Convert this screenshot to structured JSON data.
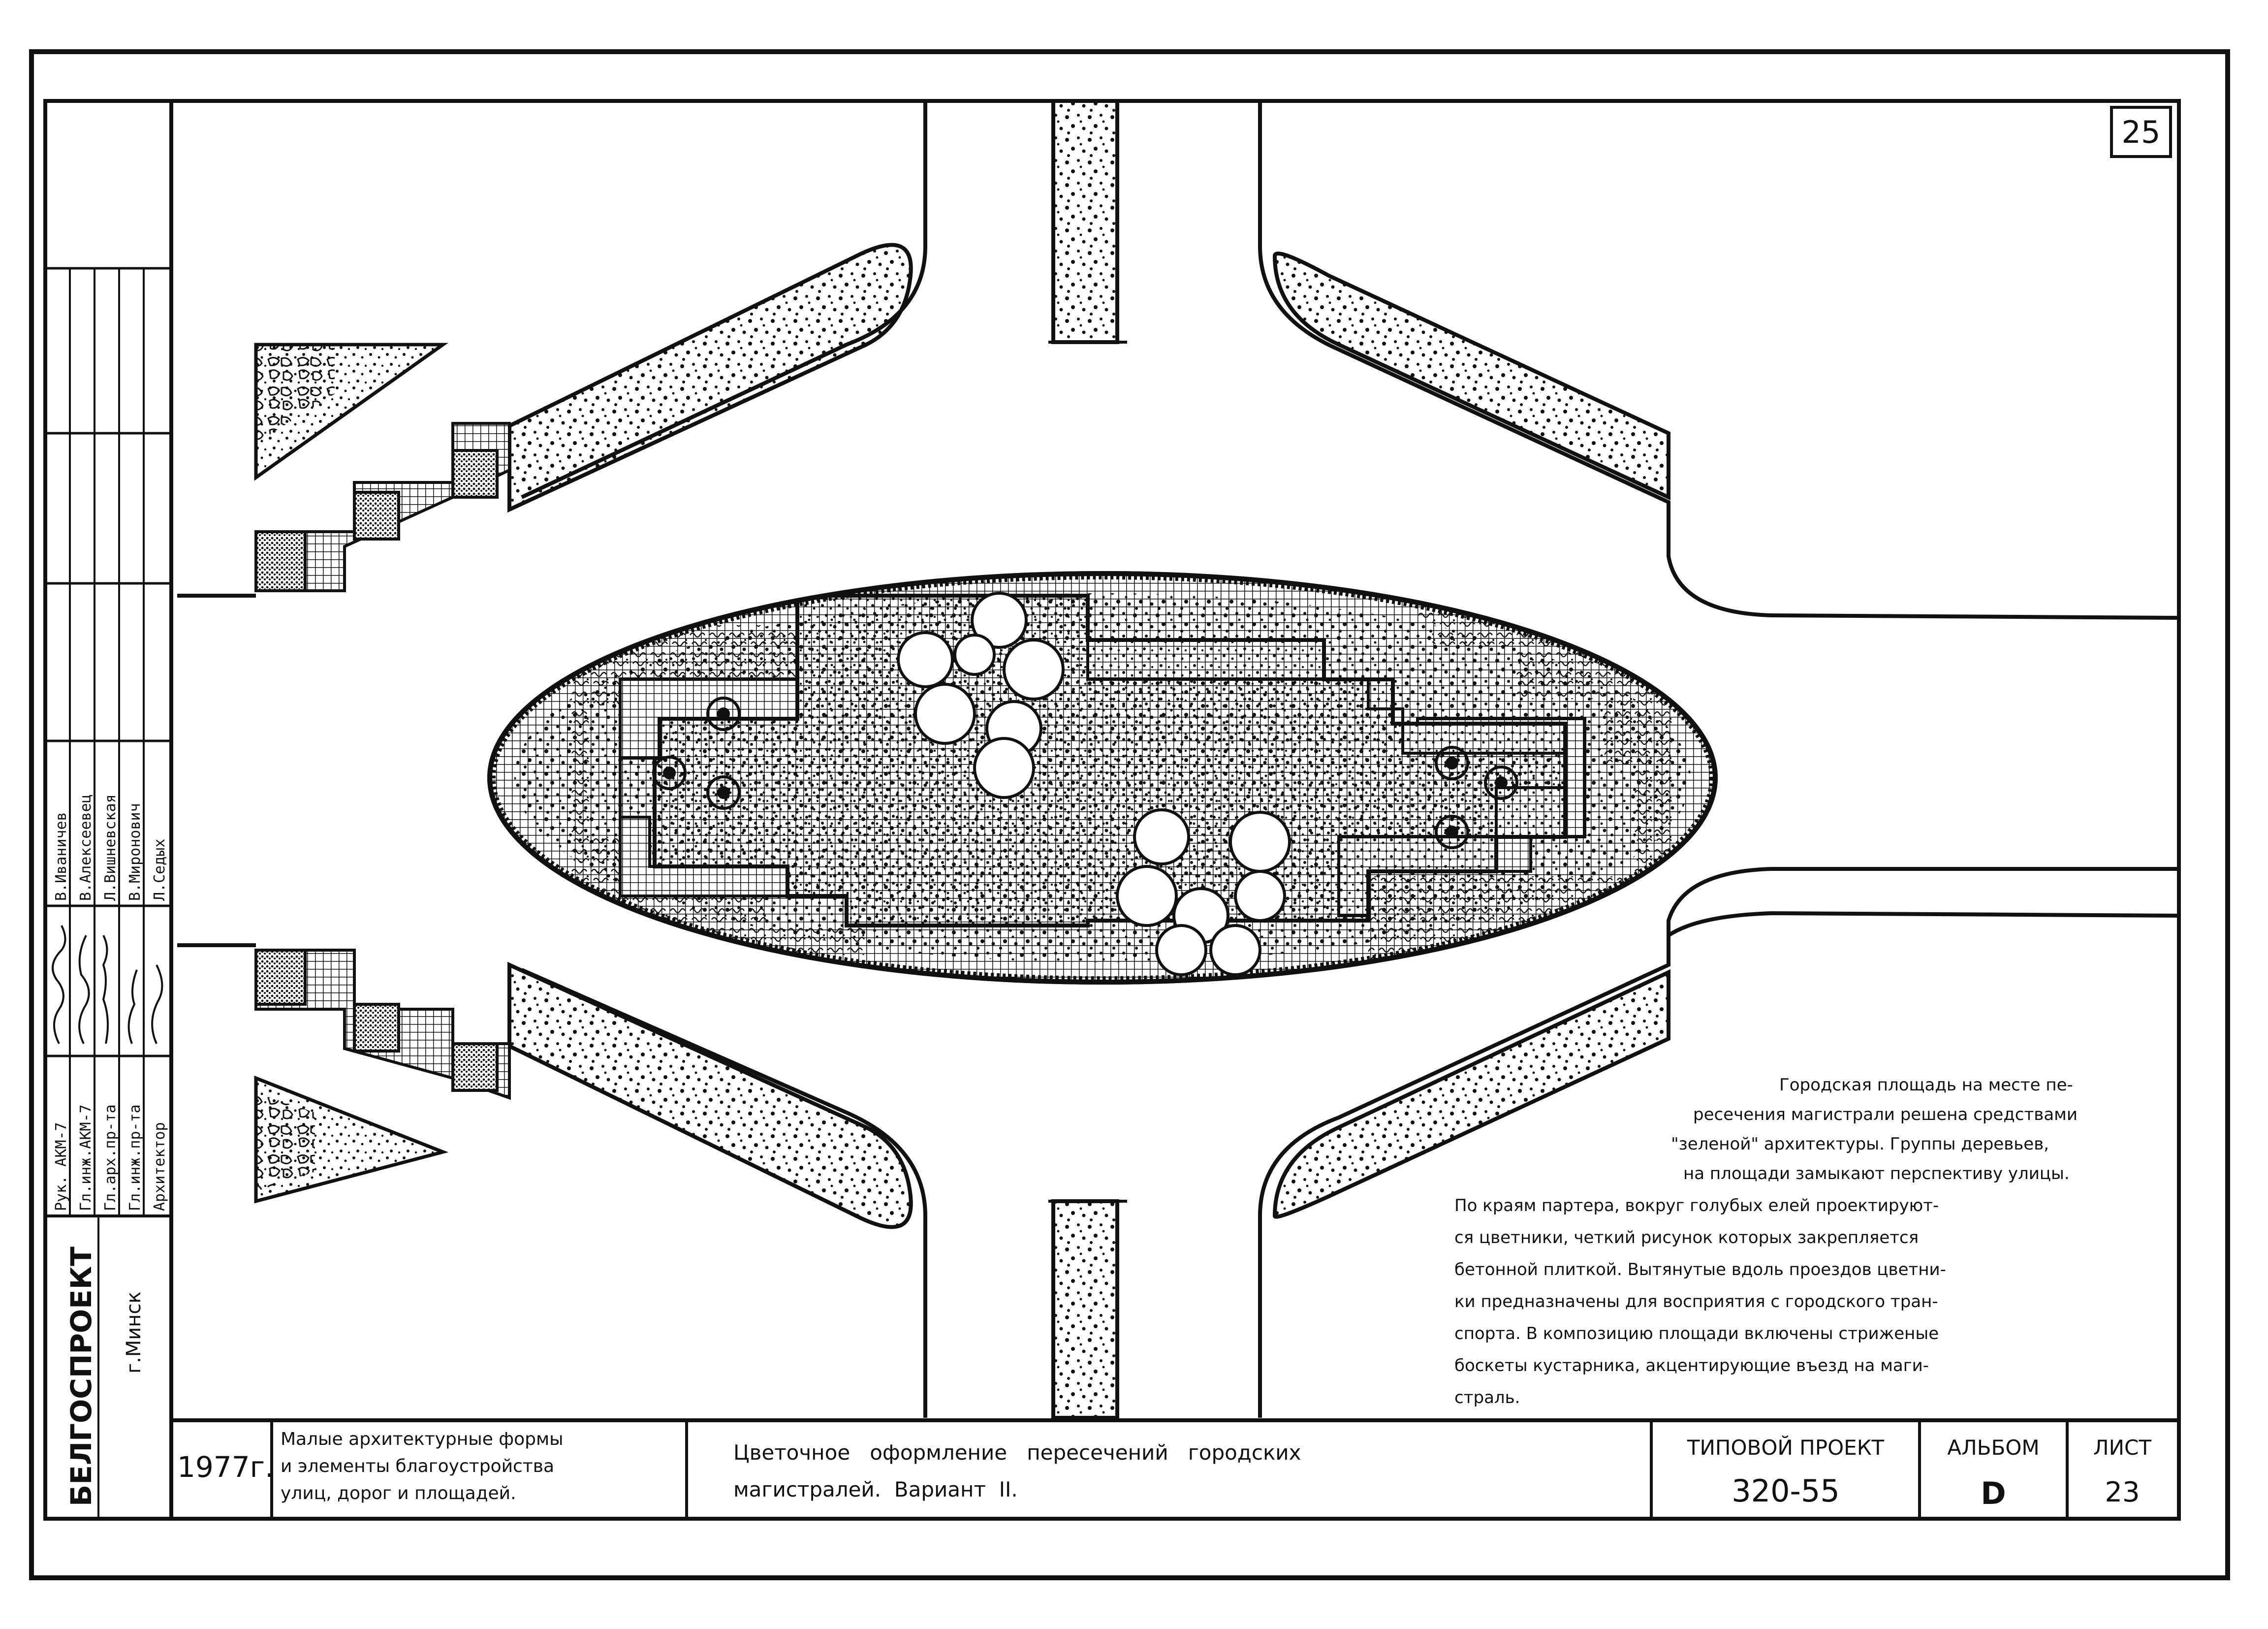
{
  "sheet": {
    "page_number": "25",
    "year": "1977г.",
    "album_subject": [
      "Малые архитектурные формы",
      "и элементы благоустройства",
      "улиц, дорог и площадей."
    ],
    "drawing_title": [
      "Цветочное   оформление   пересечений   городских",
      "магистралей.  Вариант  II."
    ],
    "project_label": "ТИПОВОЙ ПРОЕКТ",
    "project_number": "320-55",
    "album_label": "АЛЬБОМ",
    "album_number": "D",
    "sheet_label": "ЛИСТ",
    "sheet_number": "23",
    "organization": "БЕЛГОСПРОЕКТ",
    "city": "г.Минск"
  },
  "staff": {
    "roles": [
      "Рук. АКМ-7",
      "Гл.инж.АКМ-7",
      "Гл.арх.пр-та",
      "Гл.инж.пр-та",
      "Архитектор"
    ],
    "names": [
      "В.Иваничев",
      "В.Алексеевец",
      "Л.Вишневская",
      "В.Миронович",
      "Л.Седых"
    ]
  },
  "description": [
    "Городская площадь на месте пе-",
    "ресечения магистрали решена средствами",
    "\"зеленой\" архитектуры. Группы деревьев,",
    "на площади замыкают перспективу улицы.",
    "По краям партера, вокруг голубых елей проектируют-",
    "ся цветники, четкий рисунок которых закрепляется",
    "бетонной плиткой. Вытянутые вдоль проездов цветни-",
    "ки предназначены для восприятия с городского тран-",
    "спорта. В композицию площади включены стриженые",
    "боскеты кустарника, акцентирующие въезд на маги-",
    "страль."
  ],
  "colors": {
    "ink": "#111111",
    "paper": "#ffffff"
  }
}
